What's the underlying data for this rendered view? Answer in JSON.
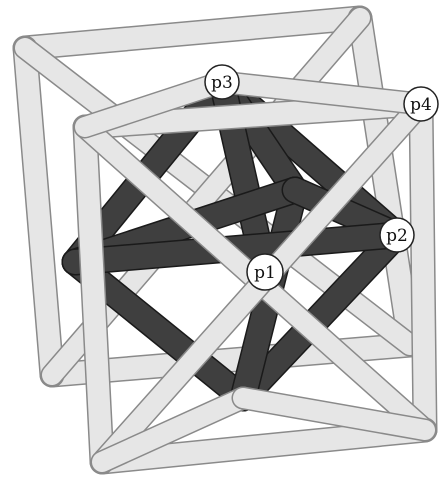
{
  "diagram": {
    "colors": {
      "background": "#ffffff",
      "light_tube": "#e6e6e6",
      "light_tube_edge": "#8a8a8a",
      "dark_tube": "#3f3f3f",
      "dark_tube_edge": "#1a1a1a",
      "label_fill": "#ffffff",
      "label_stroke": "#222222"
    },
    "labels": {
      "p1": "p1",
      "p2": "p2",
      "p3": "p3",
      "p4": "p4"
    }
  }
}
